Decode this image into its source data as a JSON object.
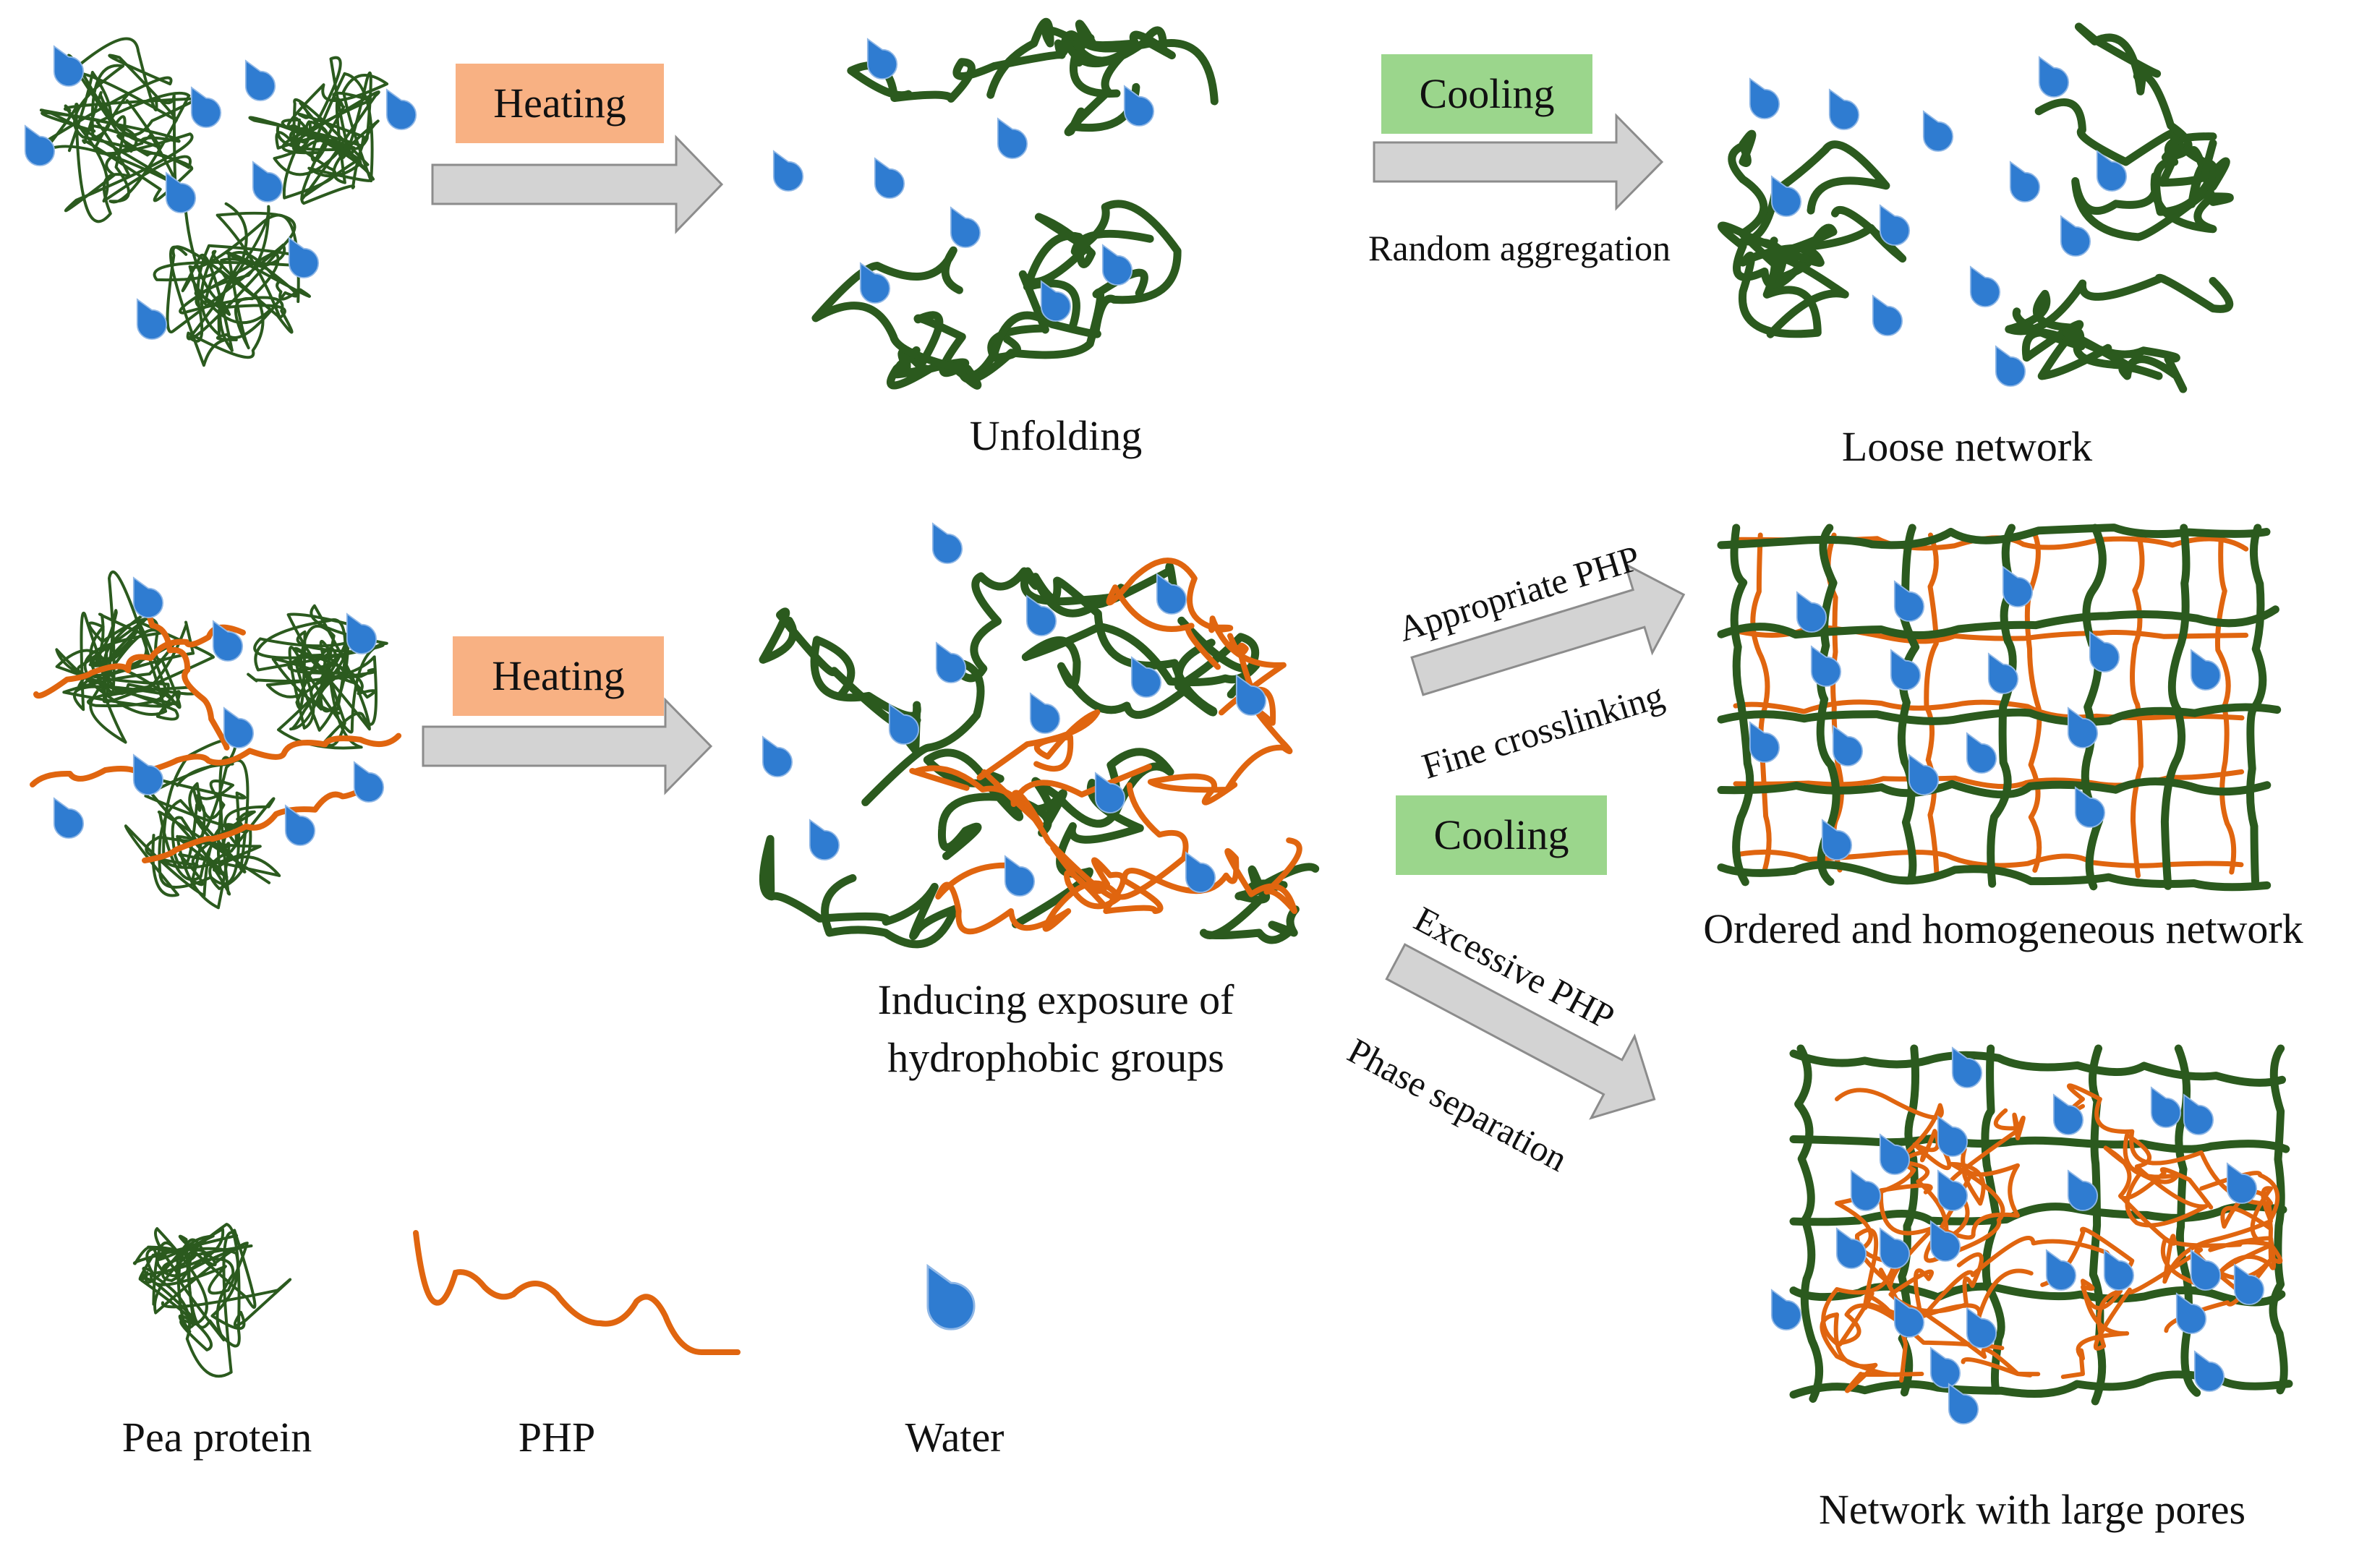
{
  "colors": {
    "protein": "#2b5a1e",
    "php": "#e0650f",
    "water": "#2f7cd1",
    "water_edge": "#8fb7e6",
    "arrow_fill": "#d3d3d3",
    "arrow_edge": "#8c8c8c",
    "heating_box": "#f8b183",
    "cooling_box": "#9bd68c"
  },
  "icons": {
    "protein": "tangled-coil-icon",
    "php": "wavy-chain-icon",
    "water": "droplet-icon",
    "arrow": "block-arrow-icon"
  },
  "steps": {
    "heating_top": "Heating",
    "heating_bottom": "Heating",
    "cooling_top": "Cooling",
    "cooling_bottom": "Cooling"
  },
  "arrow_labels": {
    "random_aggregation": "Random aggregation",
    "appropriate_php": "Appropriate PHP",
    "fine_crosslinking": "Fine crosslinking",
    "excessive_php": "Excessive PHP",
    "phase_separation": "Phase separation"
  },
  "states": {
    "unfolding": "Unfolding",
    "loose_network": "Loose network",
    "exposure_line1": "Inducing exposure of",
    "exposure_line2": "hydrophobic groups",
    "ordered_network": "Ordered and homogeneous network",
    "large_pores": "Network with large pores"
  },
  "legend": {
    "protein": "Pea protein",
    "php": "PHP",
    "water": "Water"
  }
}
